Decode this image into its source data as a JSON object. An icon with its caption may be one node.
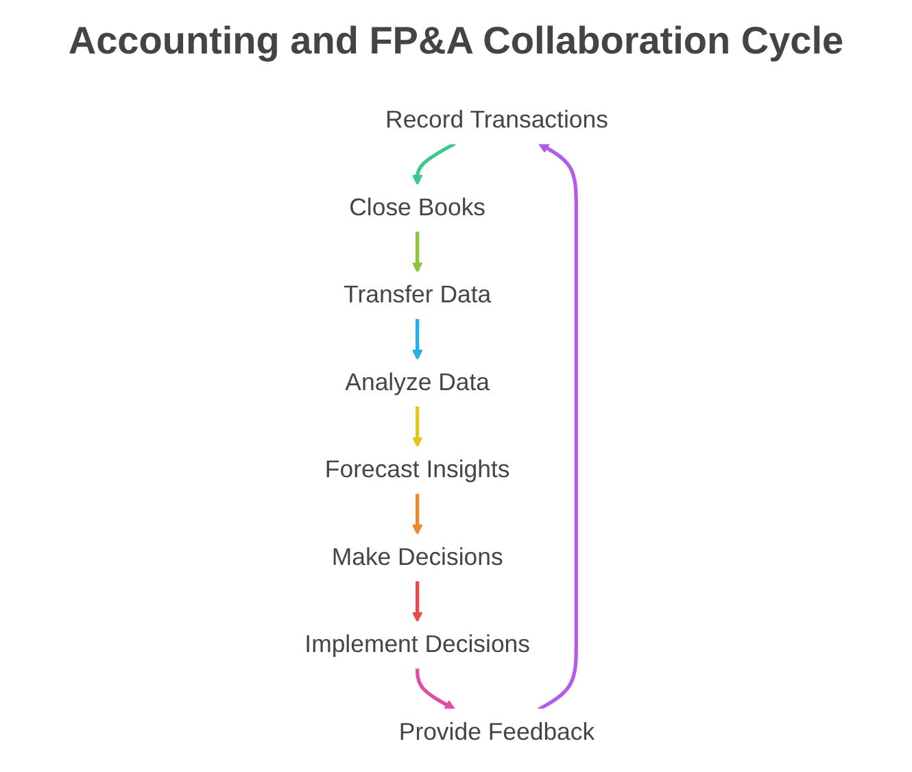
{
  "diagram": {
    "title": "Accounting and FP&A Collaboration Cycle",
    "nodes": [
      {
        "text": [
          "Record Transactions"
        ]
      },
      {
        "text": [
          "Close Books"
        ]
      },
      {
        "text": [
          "Transfer Data"
        ]
      },
      {
        "text": [
          "Analyze Data"
        ]
      },
      {
        "text": [
          "Forecast Insights"
        ]
      },
      {
        "text": [
          "Make Decisions"
        ]
      },
      {
        "text": [
          "Implement Decisions"
        ]
      },
      {
        "text": [
          "Provide Feedback"
        ]
      }
    ],
    "edges": [
      {
        "from": 0,
        "to": 1,
        "arrow": "to",
        "color": "#3cc98a"
      },
      {
        "from": 1,
        "to": 2,
        "arrow": "to",
        "color": "#8fc43e"
      },
      {
        "from": 2,
        "to": 3,
        "arrow": "to",
        "color": "#2aaee3"
      },
      {
        "from": 3,
        "to": 4,
        "arrow": "to",
        "color": "#e2c81e"
      },
      {
        "from": 4,
        "to": 5,
        "arrow": "to",
        "color": "#ea8a30"
      },
      {
        "from": 5,
        "to": 6,
        "arrow": "to",
        "color": "#e84c4c"
      },
      {
        "from": 6,
        "to": 7,
        "arrow": "to",
        "color": "#e04ca2"
      },
      {
        "from": 7,
        "to": 0,
        "arrow": "to",
        "color": "#b35ce8"
      }
    ]
  }
}
